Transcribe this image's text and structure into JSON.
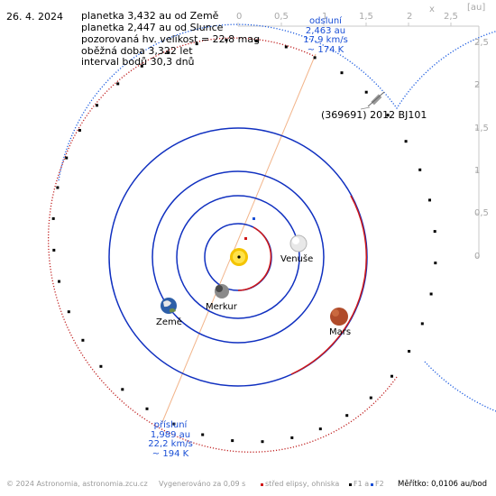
{
  "date": "26. 4. 2024",
  "info": {
    "line1": "planetka 3,432 au od Země",
    "line2": "planetka 2,447 au od Slunce",
    "line3": "pozorovaná hv. velikost = 22,8 mag",
    "line4": "oběžná doba 3,322 let",
    "line5": "interval bodů 30,3 dnů"
  },
  "asteroid_name": "(369691) 2012 BJ101",
  "aphelion": {
    "title": "odsluní",
    "distance": "2,463 au",
    "speed": "17,9 km/s",
    "temp": "~ 174 K"
  },
  "perihelion": {
    "title": "přísluní",
    "distance": "1,989 au",
    "speed": "22,2 km/s",
    "temp": "~ 194 K"
  },
  "planets": {
    "mercury": "Merkur",
    "venus": "Venuše",
    "earth": "Země",
    "mars": "Mars"
  },
  "axis": {
    "unit_x": "x",
    "unit": "[au]",
    "x_ticks": [
      "0",
      "0,5",
      "1",
      "1,5",
      "2",
      "2,5"
    ],
    "y_ticks": [
      "2,5",
      "2",
      "1,5",
      "1",
      "0,5",
      "0"
    ]
  },
  "footer": {
    "copyright": "© 2024 Astronomia, astronomia.zcu.cz",
    "generated": "Vygenerováno za 0,09 s",
    "legend_center": "střed elipsy, ohniska",
    "legend_f1": "F1 a",
    "legend_f2": "F2",
    "scale": "Měřítko: 0,0106 au/bod"
  },
  "colors": {
    "orbit_blue": "#1030c0",
    "orbit_red": "#d01818",
    "asteroid_above": "#1a5ae0",
    "asteroid_below": "#c02020",
    "apsides_line": "#f2b48a"
  }
}
